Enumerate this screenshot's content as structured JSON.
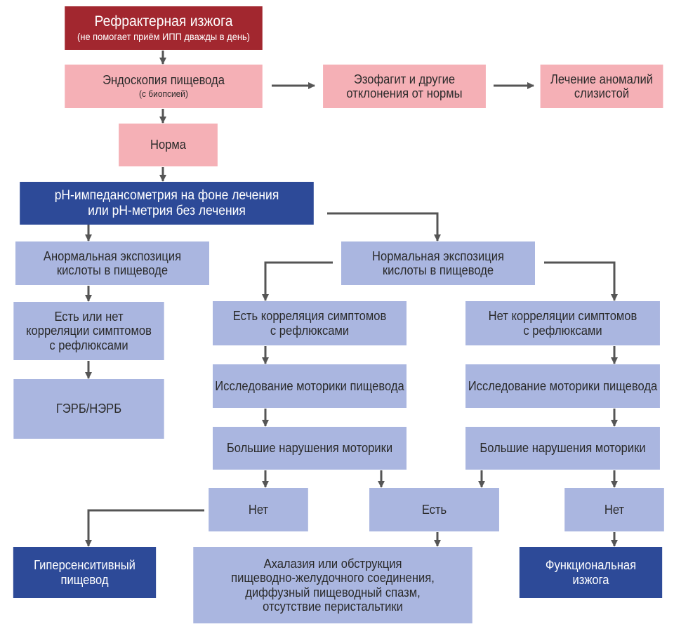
{
  "nodes": {
    "refractory": {
      "title": "Рефрактерная изжога",
      "subtitle": "(не помогает приём ИПП дважды в день)"
    },
    "endoscopy": {
      "title": "Эндоскопия пищевода",
      "subtitle": "(с биопсией)"
    },
    "esophagitis": {
      "line1": "Эзофагит и другие",
      "line2": "отклонения от нормы"
    },
    "treatment": {
      "line1": "Лечение аномалий",
      "line2": "слизистой"
    },
    "norm": {
      "text": "Норма"
    },
    "ph": {
      "line1": "pH-импедансометрия на фоне лечения",
      "line2": "или pH-метрия без лечения"
    },
    "abnormal": {
      "line1": "Анормальная экспозиция",
      "line2": "кислоты в пищеводе"
    },
    "normal": {
      "line1": "Нормальная экспозиция",
      "line2": "кислоты в пищеводе"
    },
    "any_corr": {
      "line1": "Есть или нет",
      "line2": "корреляции симптомов",
      "line3": "с рефлюксами"
    },
    "corr_yes": {
      "line1": "Есть корреляция симптомов",
      "line2": "с рефлюксами"
    },
    "corr_no": {
      "line1": "Нет корреляции симптомов",
      "line2": "с рефлюксами"
    },
    "gerd": {
      "text": "ГЭРБ/НЭРБ"
    },
    "motility_left": {
      "text": "Исследование моторики пищевода"
    },
    "motility_right": {
      "text": "Исследование моторики пищевода"
    },
    "major_left": {
      "text": "Большие нарушения моторики"
    },
    "major_right": {
      "text": "Большие нарушения моторики"
    },
    "no_left": {
      "text": "Нет"
    },
    "yes_mid": {
      "text": "Есть"
    },
    "no_right": {
      "text": "Нет"
    },
    "hypersensitive": {
      "line1": "Гиперсенситивный",
      "line2": "пищевод"
    },
    "achalasia": {
      "line1": "Ахалазия или обструкция",
      "line2": "пищеводно-желудочного соединения,",
      "line3": "диффузный пищеводный спазм,",
      "line4": "отсутствие перистальтики"
    },
    "functional": {
      "line1": "Функциональная",
      "line2": "изжога"
    }
  },
  "colors": {
    "dark_red": "#a2272f",
    "pink": "#f5b0b6",
    "navy": "#2d4a98",
    "light_blue": "#aab6e0",
    "arrow": "#555555"
  }
}
